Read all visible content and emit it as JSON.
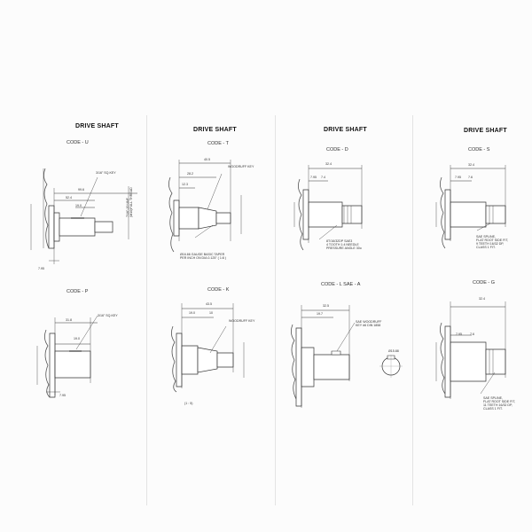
{
  "titles": [
    "DRIVE SHAFT",
    "DRIVE SHAFT",
    "DRIVE SHAFT",
    "DRIVE SHAFT"
  ],
  "codes": {
    "u": "CODE - U",
    "t": "CODE - T",
    "d": "CODE - D",
    "s": "CODE - S",
    "p": "CODE - P",
    "k": "CODE - K",
    "l": "CODE - L  SAE - A",
    "g": "CODE - G"
  },
  "notes": {
    "u_key": "3/16\" SQ.KEY",
    "u_dim1": "99.6",
    "u_dim2": "52.4",
    "u_dim3": "19.0",
    "u_dim4": "7.95",
    "u_thread": "7/16\"-20 UNF\n(M10)FULL THREAD",
    "t_key": "WOODRUFF KEY",
    "t_dim1": "40.5",
    "t_dim2": "28.2",
    "t_dim3": "12.3",
    "t_taper": "Ø16.66 GAUGE BASIC TAPER\nPER INCH ON DIA 0.125\" ( 1:8 )",
    "d_dim1": "32.4",
    "d_dim2": "7.95",
    "d_dim3": "7.4",
    "d_spline": "8T/16/32DP SAE3\n4 TOOTH 1:4 NEEDLE\nPRESSURE ANGLE 30o",
    "s_dim1": "32.4",
    "s_dim2": "7.95",
    "s_dim3": "7.6",
    "s_spline": "SAE SPLINE,\nFLAT ROOT SIDE FIT,\n9 TEETH 16/32 DP,\nCLASS 1 FIT.",
    "p_key": "3/16\" SQ.KEY",
    "p_dim1": "31.8",
    "p_dim2": "19.0",
    "p_dim3": "7.95",
    "k_key": "WOODRUFF KEY",
    "k_dim1": "43.5",
    "k_dim2": "19.0",
    "k_dim3": "10",
    "k_taper": "(1 : 5)",
    "l_dim1": "32.5",
    "l_dim2": "19.7",
    "l_key": "SAE WOODRUFF\nKEY #6 DIN 1858",
    "l_dia": "Ø15.88",
    "g_dim1": "32.4",
    "g_dim2": "7.95",
    "g_dim3": "7.6",
    "g_spline": "SAE SPLINE,\nFLAT ROOT SIDE FIT,\n11 TEETH 16/32 DP,\nCLASS 1 FIT."
  },
  "colors": {
    "ink": "#333333",
    "hatch": "#666666",
    "accent": "#111111"
  }
}
